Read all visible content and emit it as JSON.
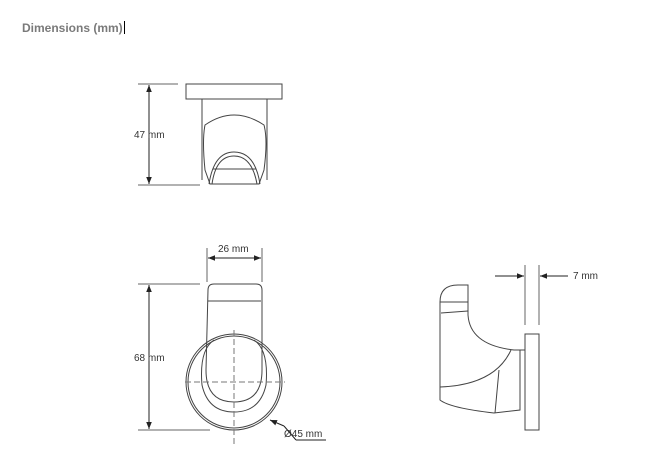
{
  "header": {
    "title": "Dimensions (mm)"
  },
  "views": {
    "top": {
      "height_label": "47 mm"
    },
    "front": {
      "width_label": "26 mm",
      "height_label": "68 mm",
      "diameter_label": "Ø45 mm"
    },
    "side": {
      "thickness_label": "7 mm"
    }
  },
  "colors": {
    "line": "#333333",
    "title": "#7a7a7a"
  }
}
